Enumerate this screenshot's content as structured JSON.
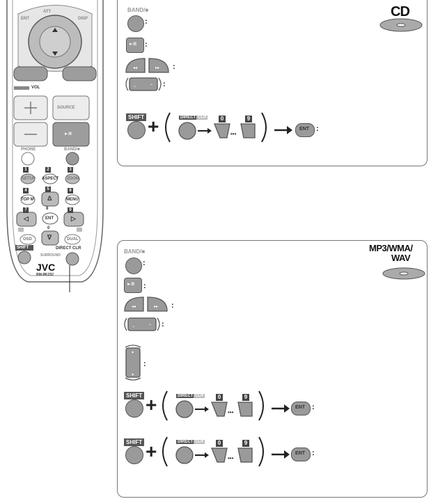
{
  "remote": {
    "att": "ATT",
    "ent_top": "ENT",
    "disp": "DISP",
    "vol": "VOL",
    "source": "SOURCE",
    "play": "►/II",
    "phone": "PHONE",
    "band": "BAND/■",
    "d1": "1",
    "d2": "2",
    "d3": "3",
    "d4": "4",
    "d5": "5",
    "d6": "6",
    "d7": "7",
    "d8": "8",
    "d9": "9",
    "d0": "0",
    "setup": "SETUP",
    "aspect": "ASPECT",
    "zoom": "ZOOM",
    "top_m": "TOP M",
    "menu": "MENU",
    "ent": "ENT",
    "osd": "OSD",
    "dual": "DUAL",
    "shift": "SHIFT",
    "direct_clr": "DIRECT CLR",
    "surround": "SURROUND",
    "brand": "JVC",
    "model": "RM-RK252"
  },
  "cd_panel": {
    "logo": "CD",
    "band_label": "BAND/■",
    "colon": ":",
    "play_label": "►/II",
    "shift": "SHIFT",
    "direct": "DIRECT",
    "clr": "CLR",
    "digit0": "0",
    "digit9": "9",
    "dots": "•••",
    "ent": "ENT"
  },
  "mp3_panel": {
    "logo_line1": "MP3/WMA/",
    "logo_line2": "WAV",
    "band_label": "BAND/■",
    "colon": ":",
    "play_label": "►/II",
    "shift": "SHIFT",
    "direct": "DIRECT",
    "clr": "CLR",
    "digit0": "0",
    "digit9": "9",
    "dots": "•••",
    "ent": "ENT"
  }
}
